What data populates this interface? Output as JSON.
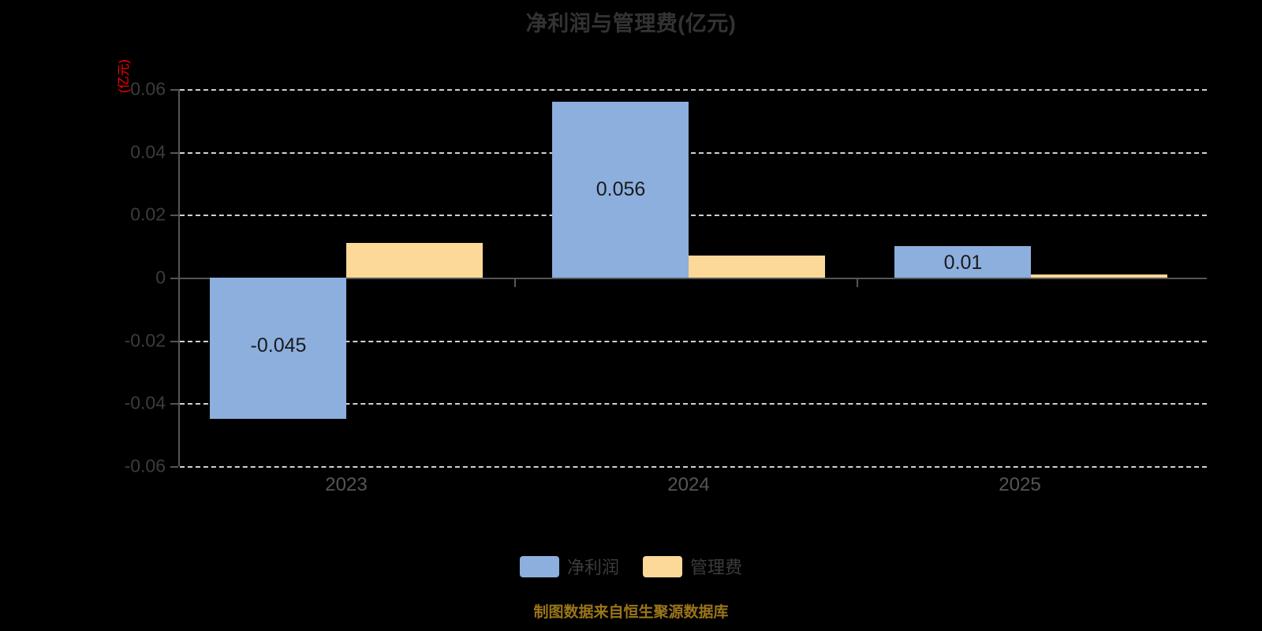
{
  "chart_data": {
    "type": "bar",
    "title": "净利润与管理费(亿元)",
    "xlabel": "",
    "ylabel": "(亿元)",
    "categories": [
      "2023",
      "2024",
      "2025"
    ],
    "series": [
      {
        "name": "净利润",
        "color": "#8CAFDE",
        "values": [
          -0.045,
          0.056,
          0.01
        ],
        "labels": [
          "-0.045",
          "0.056",
          "0.01"
        ]
      },
      {
        "name": "管理费",
        "color": "#FCD899",
        "values": [
          0.011,
          0.007,
          0.001
        ],
        "labels": [
          "",
          "",
          ""
        ]
      }
    ],
    "ylim": [
      -0.06,
      0.06
    ],
    "yticks": [
      "0.06",
      "0.04",
      "0.02",
      "0",
      "-0.02",
      "-0.04",
      "-0.06"
    ],
    "ytick_values": [
      0.06,
      0.04,
      0.02,
      0,
      -0.02,
      -0.04,
      -0.06
    ],
    "grid": true,
    "grid_style": "dashed",
    "legend_position": "bottom",
    "footer": "制图数据来自恒生聚源数据库",
    "background": "#000000",
    "title_color": "#333333",
    "axis_color": "#555555",
    "gridline_color": "#d0d0d0",
    "unit_color": "#ff0000",
    "footer_color": "#9b7519"
  }
}
